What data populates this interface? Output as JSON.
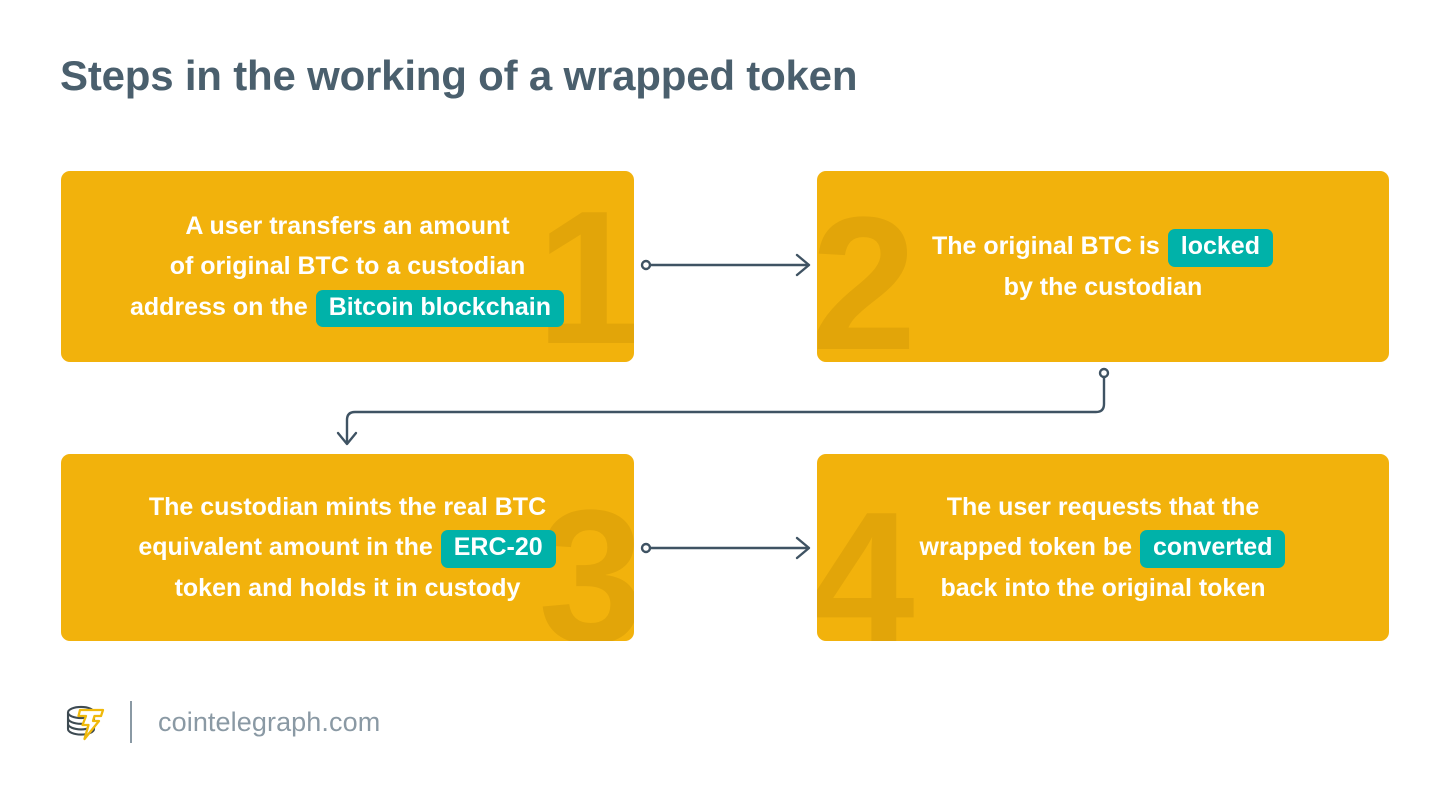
{
  "page": {
    "title": "Steps in the working of a wrapped token",
    "background_color": "#ffffff",
    "title_color": "#4a5f6d",
    "box_color": "#f2b20c",
    "watermark_color": "#e2a509",
    "highlight_color": "#00b2a9",
    "connector_color": "#3f5363"
  },
  "steps": [
    {
      "number": "1",
      "lines": [
        {
          "pre": "A user transfers an amount",
          "pill": "",
          "post": ""
        },
        {
          "pre": "of original BTC to a custodian",
          "pill": "",
          "post": ""
        },
        {
          "pre": "address on the ",
          "pill": "Bitcoin blockchain",
          "post": ""
        }
      ]
    },
    {
      "number": "2",
      "lines": [
        {
          "pre": "The original BTC is ",
          "pill": "locked",
          "post": ""
        },
        {
          "pre": "by the custodian",
          "pill": "",
          "post": ""
        }
      ]
    },
    {
      "number": "3",
      "lines": [
        {
          "pre": "The custodian mints the real BTC",
          "pill": "",
          "post": ""
        },
        {
          "pre": "equivalent amount in the ",
          "pill": "ERC-20",
          "post": ""
        },
        {
          "pre": "token and holds it in custody",
          "pill": "",
          "post": ""
        }
      ]
    },
    {
      "number": "4",
      "lines": [
        {
          "pre": "The user requests that the",
          "pill": "",
          "post": ""
        },
        {
          "pre": "wrapped token be ",
          "pill": "converted",
          "post": ""
        },
        {
          "pre": "back into the original token",
          "pill": "",
          "post": ""
        }
      ]
    }
  ],
  "connectors": [
    {
      "name": "step-1-to-step-2",
      "style": "horizontal-arrow"
    },
    {
      "name": "step-2-to-step-3",
      "style": "elbow-arrow-down"
    },
    {
      "name": "step-3-to-step-4",
      "style": "horizontal-arrow"
    }
  ],
  "footer": {
    "brand": "cointelegraph.com",
    "logo_icon": "cointelegraph-coin-stack-logo",
    "text_color": "#8a99a4"
  }
}
